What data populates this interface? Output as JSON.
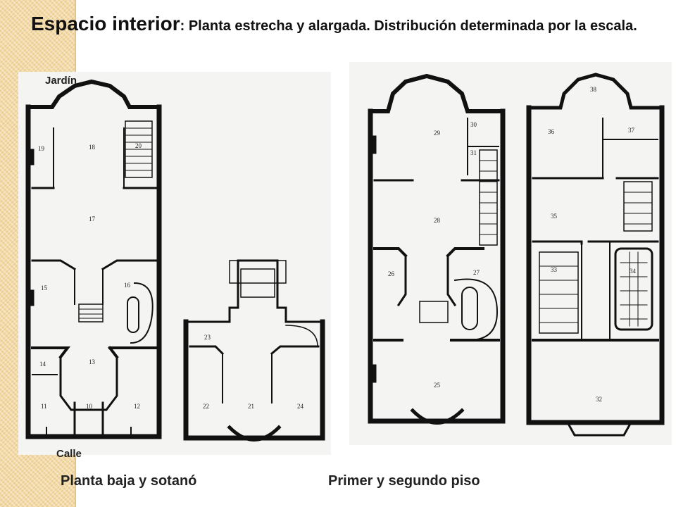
{
  "title": {
    "main": "Espacio interior",
    "rest": ": Planta estrecha y alargada. Distribución determinada por la escala."
  },
  "labels": {
    "garden": "Jardín",
    "street": "Calle"
  },
  "captions": {
    "left": "Planta baja y sotanó",
    "right": "Primer y segundo piso"
  },
  "rooms": {
    "ground": [
      "19",
      "18",
      "20",
      "17",
      "15",
      "16",
      "14",
      "13",
      "11",
      "10",
      "12"
    ],
    "basement": [
      "23",
      "22",
      "21",
      "24"
    ],
    "first": [
      "29",
      "30",
      "31",
      "28",
      "26",
      "27",
      "25"
    ],
    "second": [
      "38",
      "36",
      "37",
      "35",
      "33",
      "34",
      "32"
    ]
  },
  "colors": {
    "stripe": "#f3d9a4",
    "plan_background": "#f4f4f2",
    "wall": "#111111"
  }
}
